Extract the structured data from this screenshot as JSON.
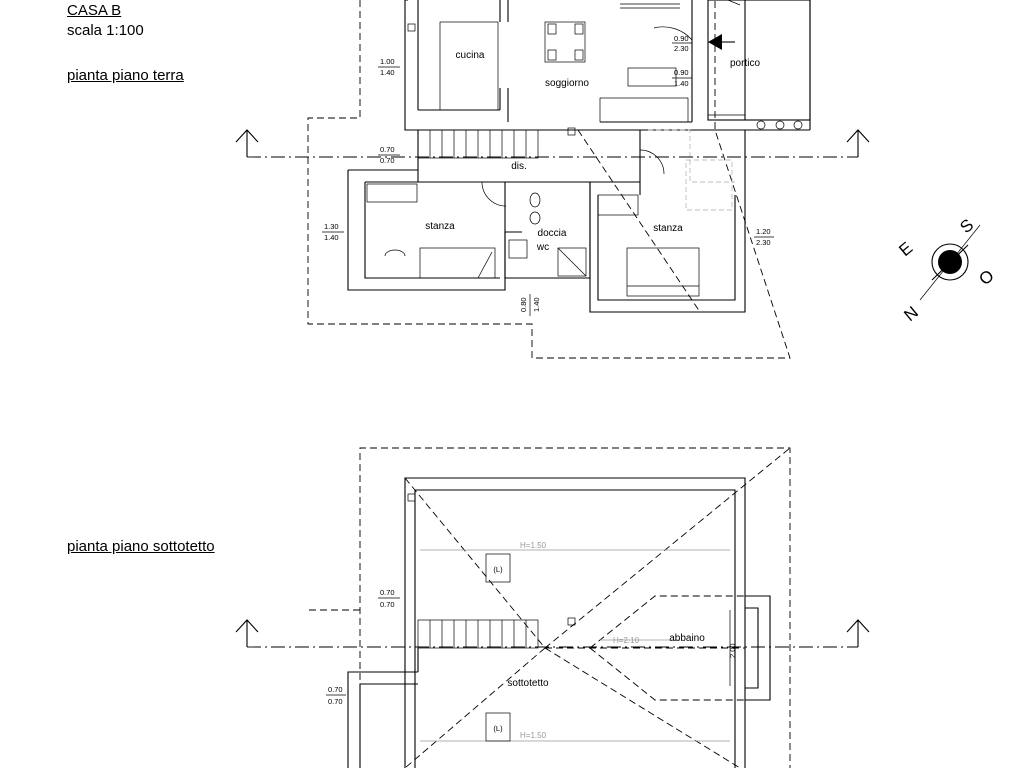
{
  "header": {
    "title": "CASA B",
    "scale": "scala 1:100"
  },
  "ground_floor": {
    "label": "pianta piano terra",
    "rooms": {
      "cucina": "cucina",
      "soggiorno": "soggiorno",
      "portico": "portico",
      "dis": "dis.",
      "stanza_left": "stanza",
      "doccia": "doccia",
      "wc": "wc",
      "stanza_right": "stanza"
    },
    "windows": {
      "w1_top": "1.00",
      "w1_bot": "1.40",
      "w2_top": "0.90",
      "w2_bot": "2.30",
      "w3_top": "0.90",
      "w3_bot": "1.40",
      "w4_top": "0.70",
      "w4_bot": "0.70",
      "w5_top": "1.30",
      "w5_bot": "1.40",
      "w6_top": "1.20",
      "w6_bot": "2.30",
      "w7_top": "0.80",
      "w7_bot": "1.40"
    }
  },
  "attic_floor": {
    "label": "pianta piano sottotetto",
    "rooms": {
      "abbaino": "abbaino",
      "sottotetto": "sottotetto"
    },
    "skylight_1": "(L)",
    "skylight_2": "(L)",
    "height_1": "H=1.50",
    "height_2": "H=2.10",
    "height_3": "H=1.50",
    "dormer_width": "2.00",
    "windows": {
      "w1_top": "0.70",
      "w1_bot": "0.70",
      "w2_top": "0.70",
      "w2_bot": "0.70"
    }
  },
  "compass": {
    "s": "S",
    "o": "O",
    "e": "E",
    "n": "N"
  }
}
